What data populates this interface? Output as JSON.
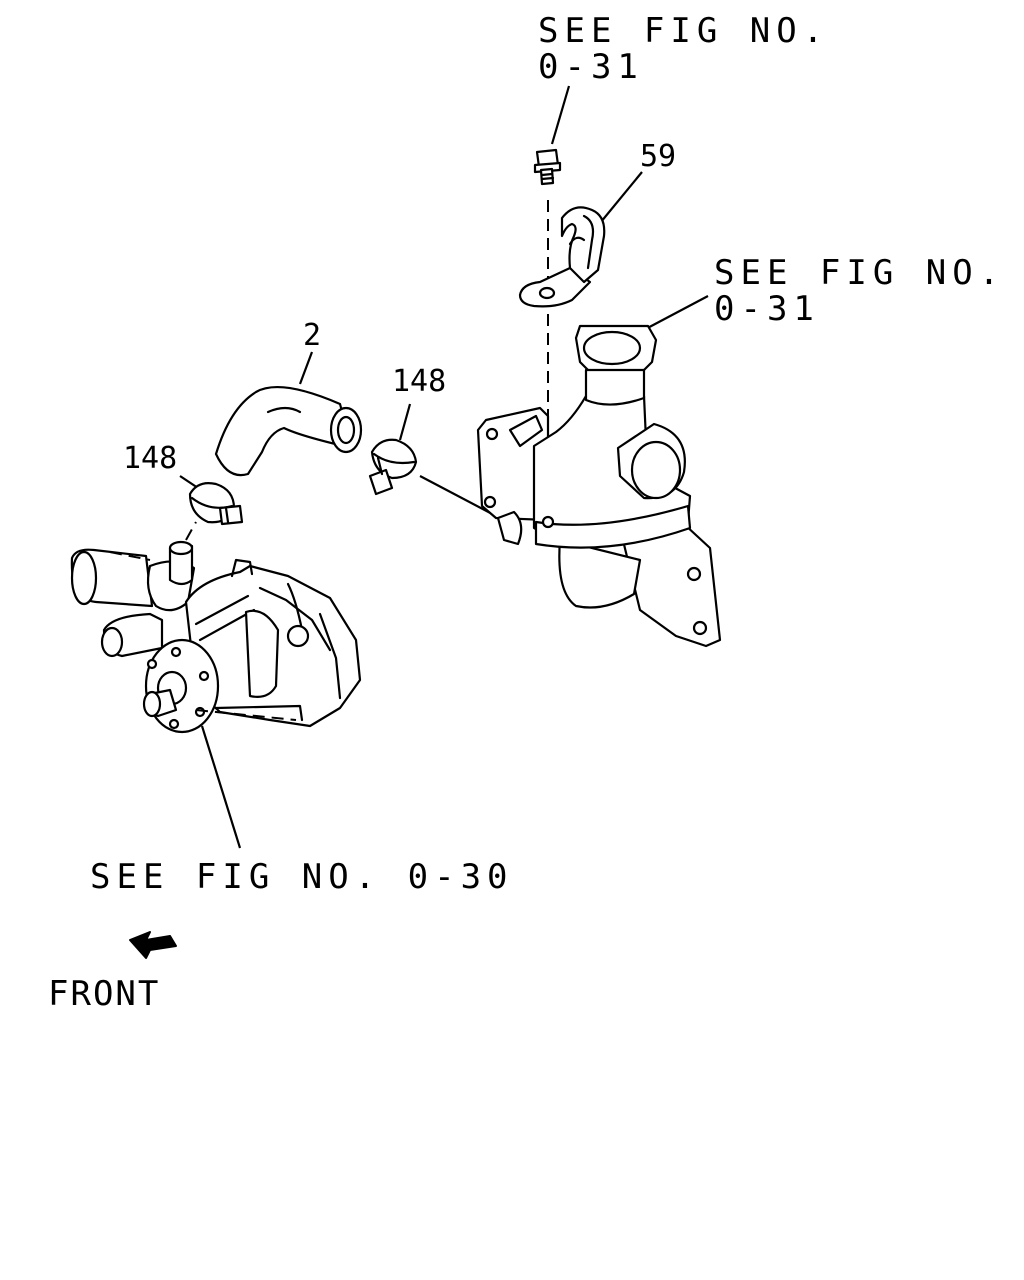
{
  "references": {
    "top": {
      "line1": "SEE FIG NO.",
      "line2": "0-31"
    },
    "right": {
      "line1": "SEE FIG NO.",
      "line2": "0-31"
    },
    "bottom": "SEE FIG NO. 0-30"
  },
  "callouts": {
    "hose": "2",
    "clip": "59",
    "clamp_left": "148",
    "clamp_right": "148"
  },
  "front_label": "FRONT",
  "colors": {
    "line": "#000000",
    "background": "#ffffff"
  }
}
